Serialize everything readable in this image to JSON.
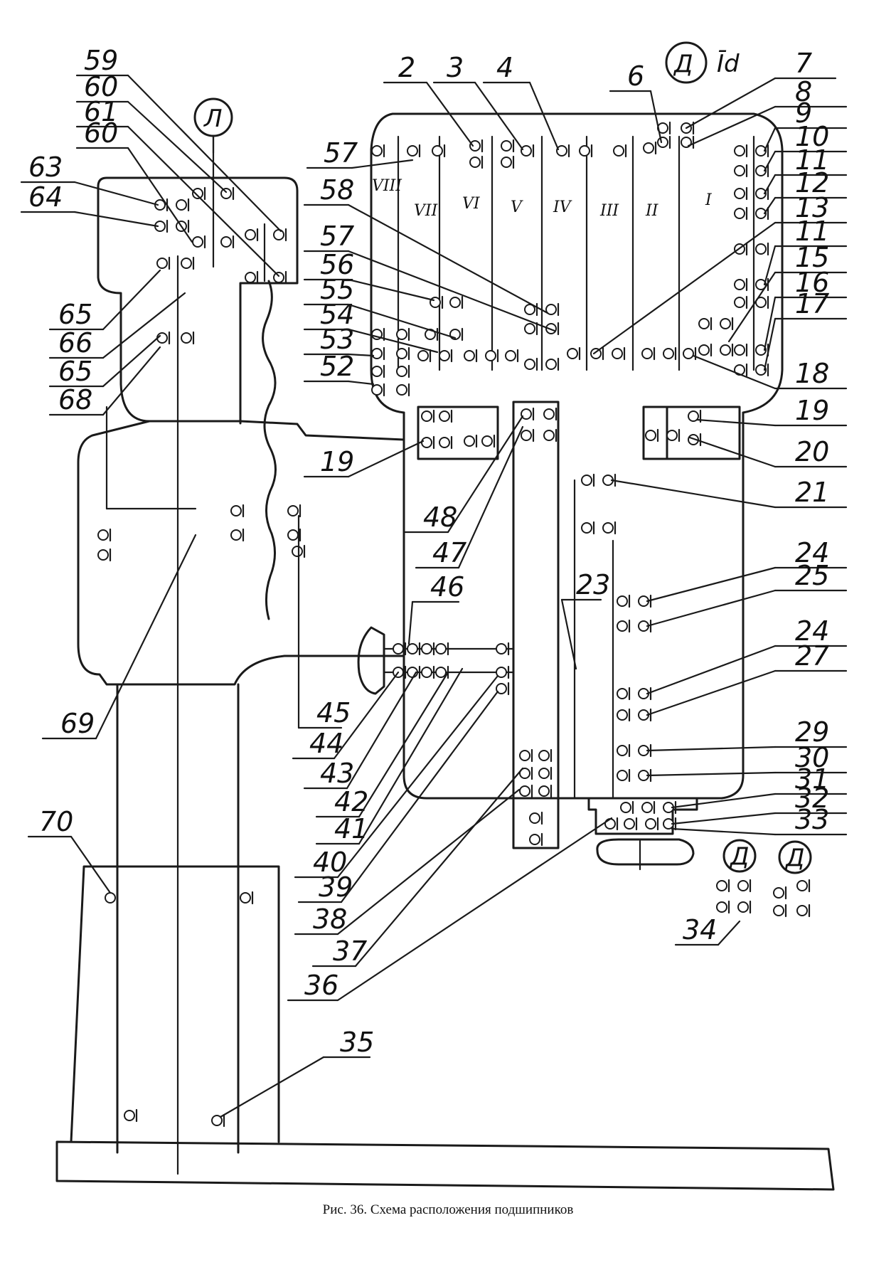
{
  "caption": "Рис. 36. Схема расположения подшипников",
  "views": {
    "left_view": "Л",
    "top_view": "Д",
    "top_view_suffix": "Īd",
    "inset_view_1": "Д",
    "inset_view_2": "Д"
  },
  "shafts": [
    "VIII",
    "VII",
    "VI",
    "V",
    "IV",
    "III",
    "II",
    "I"
  ],
  "labels": {
    "n2": "2",
    "n3": "3",
    "n4": "4",
    "n6": "6",
    "n7": "7",
    "n8": "8",
    "n9": "9",
    "n10": "10",
    "n11a": "11",
    "n12": "12",
    "n13": "13",
    "n11b": "11",
    "n15": "15",
    "n16": "16",
    "n17": "17",
    "n18": "18",
    "n19r": "19",
    "n20": "20",
    "n21": "21",
    "n24a": "24",
    "n25": "25",
    "n24b": "24",
    "n27": "27",
    "n29": "29",
    "n30": "30",
    "n31": "31",
    "n32": "32",
    "n33": "33",
    "n34": "34",
    "n35": "35",
    "n36": "36",
    "n37": "37",
    "n38": "38",
    "n39": "39",
    "n40": "40",
    "n41": "41",
    "n42": "42",
    "n43": "43",
    "n44": "44",
    "n45": "45",
    "n46": "46",
    "n47": "47",
    "n48": "48",
    "n23": "23",
    "n19l": "19",
    "n52": "52",
    "n53": "53",
    "n54": "54",
    "n55": "55",
    "n56": "56",
    "n57b": "57",
    "n58": "58",
    "n57a": "57",
    "n59": "59",
    "n60a": "60",
    "n61": "61",
    "n60b": "60",
    "n63": "63",
    "n64": "64",
    "n65a": "65",
    "n66": "66",
    "n65b": "65",
    "n68": "68",
    "n69": "69",
    "n70": "70"
  },
  "icons": {
    "bearing": "bearing-symbol"
  }
}
